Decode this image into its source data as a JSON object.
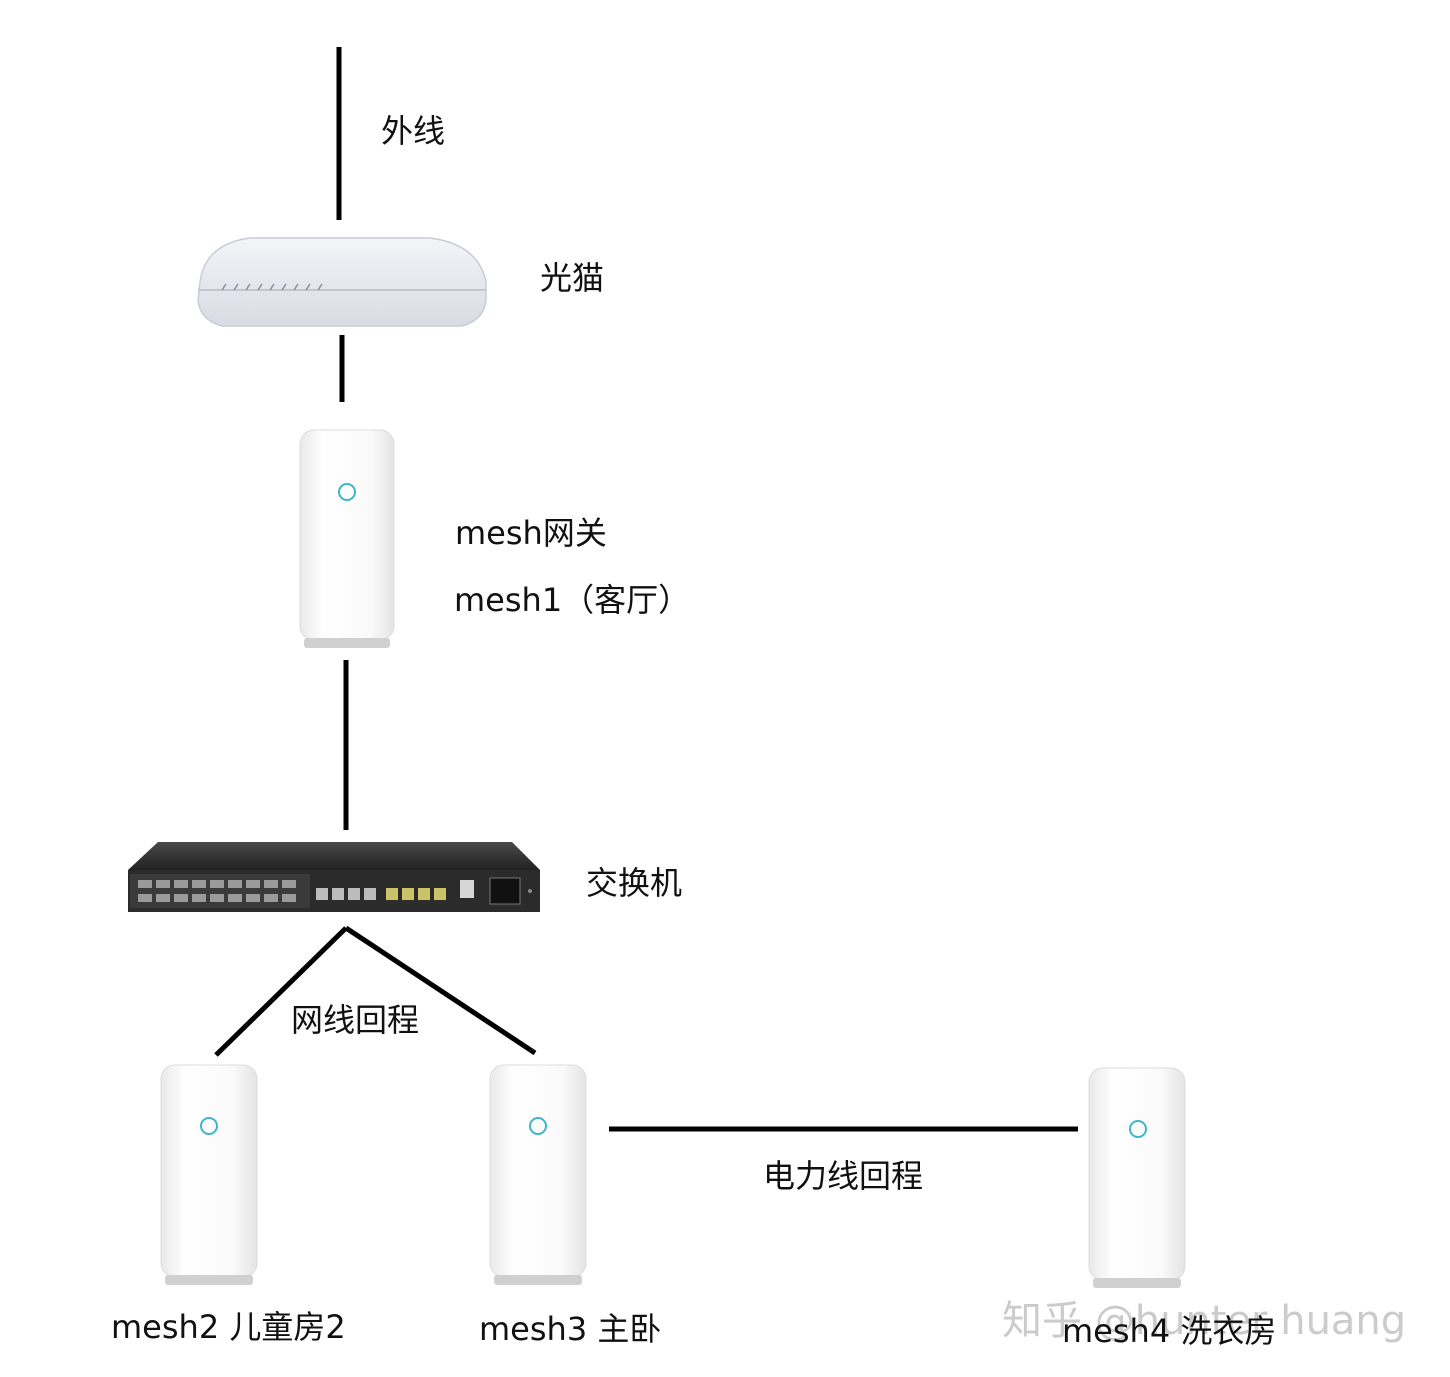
{
  "labels": {
    "outer_line": "外线",
    "optical_modem": "光猫",
    "mesh_gateway": "mesh网关",
    "mesh1": "mesh1（客厅）",
    "switch": "交换机",
    "ethernet_backhaul": "网线回程",
    "mesh2": "mesh2 儿童房2",
    "mesh3": "mesh3 主卧",
    "powerline_backhaul": "电力线回程",
    "mesh4": "mesh4 洗衣房"
  },
  "watermark": "知乎 @hunter huang",
  "colors": {
    "line": "#000000",
    "device_white": "#f7f7f7",
    "indicator": "#3fb6c8",
    "switch_body": "#2b2b2b"
  }
}
